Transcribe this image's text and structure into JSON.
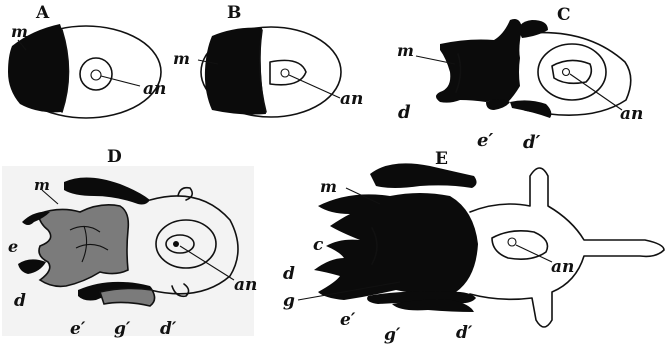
{
  "panels": [
    {
      "id": "A",
      "title": "A",
      "labels": {
        "m": "m",
        "an": "an"
      }
    },
    {
      "id": "B",
      "title": "B",
      "labels": {
        "m": "m",
        "an": "an"
      }
    },
    {
      "id": "C",
      "title": "C",
      "labels": {
        "m": "m",
        "an": "an",
        "d": "d",
        "e_prime": "e′",
        "d_prime": "d′"
      }
    },
    {
      "id": "D",
      "title": "D",
      "labels": {
        "m": "m",
        "an": "an",
        "e": "e",
        "d": "d",
        "e_prime": "e′",
        "g_prime": "g′",
        "d_prime": "d′"
      }
    },
    {
      "id": "E",
      "title": "E",
      "labels": {
        "m": "m",
        "an": "an",
        "c": "c",
        "d": "d",
        "g": "g",
        "e_prime": "e′",
        "g_prime": "g′",
        "d_prime": "d′"
      }
    }
  ]
}
